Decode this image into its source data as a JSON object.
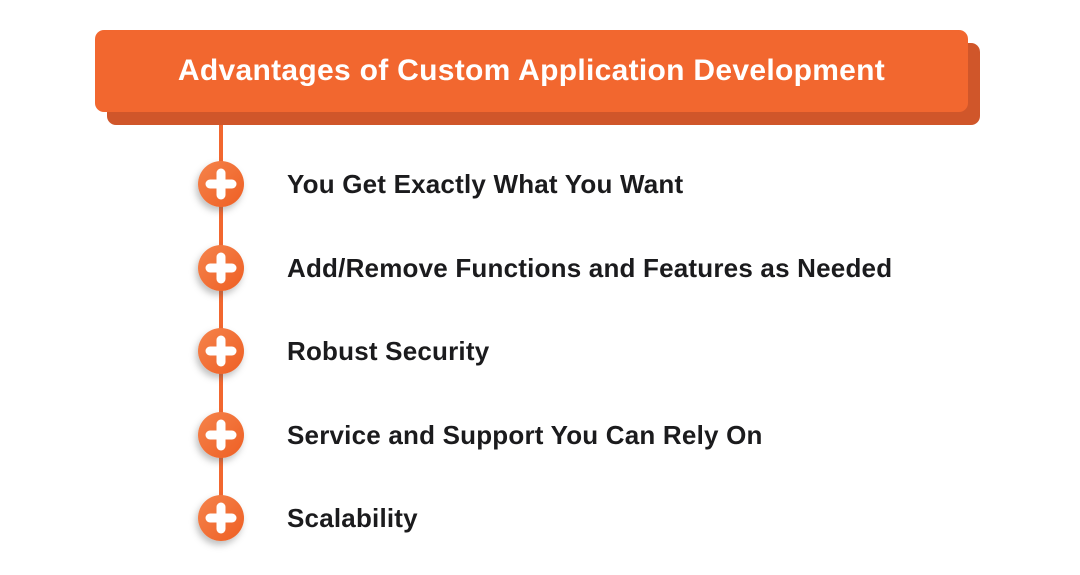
{
  "header": {
    "title": "Advantages of Custom Application Development"
  },
  "items": [
    {
      "icon": "plus-icon",
      "label": "You Get Exactly What You Want"
    },
    {
      "icon": "plus-icon",
      "label": "Add/Remove Functions and Features as Needed"
    },
    {
      "icon": "plus-icon",
      "label": "Robust Security"
    },
    {
      "icon": "plus-icon",
      "label": "Service and Support You Can Rely On"
    },
    {
      "icon": "plus-icon",
      "label": "Scalability"
    }
  ],
  "colors": {
    "banner": "#F2672F",
    "banner_shadow": "#D0562A",
    "bullet_gradient_start": "#F5834B",
    "bullet_gradient_end": "#EE5F24",
    "timeline_line": "#F2672F",
    "title_text": "#FFFFFF",
    "item_text": "#1B1B1D",
    "background": "#FFFFFF"
  }
}
